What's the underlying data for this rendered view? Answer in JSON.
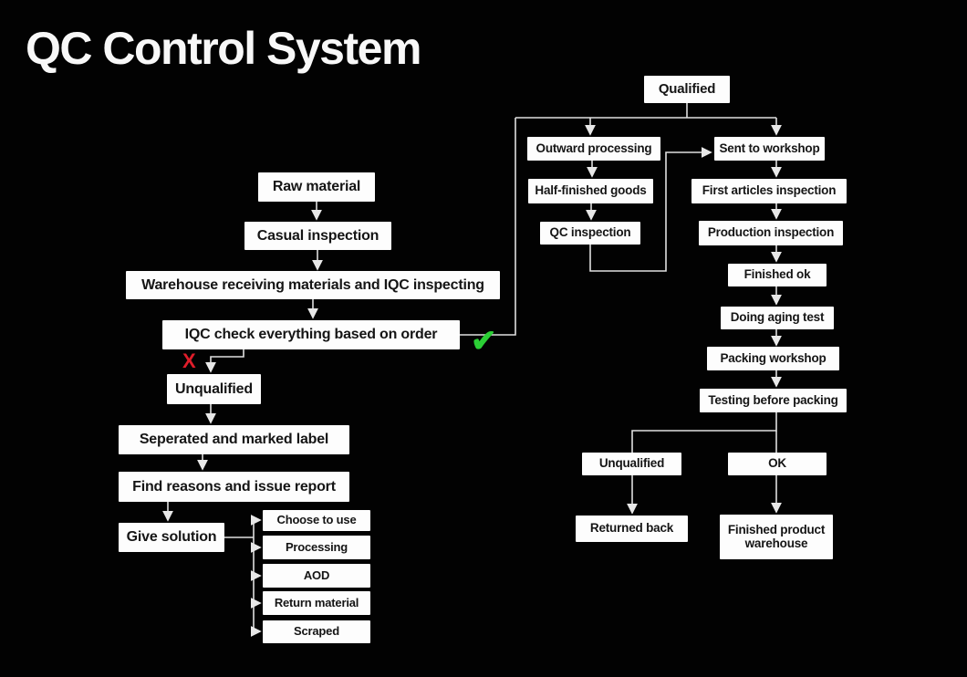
{
  "title": "QC Control System",
  "markers": {
    "fail": "X",
    "pass": "✔"
  },
  "colors": {
    "background": "#020202",
    "box_fill": "#fdfdfd",
    "box_text": "#151515",
    "connector": "#e0e0e0",
    "fail_red": "#e01d2a",
    "pass_green": "#2bcf35"
  },
  "nodes": {
    "raw_material": "Raw material",
    "casual_inspection": "Casual inspection",
    "warehouse_receiving": "Warehouse receiving materials and IQC inspecting",
    "iqc_check": "IQC check everything based on order",
    "unqualified_left": "Unqualified",
    "separated_label": "Seperated and marked label",
    "find_reasons": "Find reasons and issue report",
    "give_solution": "Give solution",
    "choose_to_use": "Choose to use",
    "processing": "Processing",
    "aod": "AOD",
    "return_material": "Return material",
    "scraped": "Scraped",
    "qualified": "Qualified",
    "outward_processing": "Outward processing",
    "half_finished_goods": "Half-finished goods",
    "qc_inspection": "QC inspection",
    "sent_to_workshop": "Sent to workshop",
    "first_articles_inspection": "First articles inspection",
    "production_inspection": "Production inspection",
    "finished_ok": "Finished ok",
    "doing_aging_test": "Doing aging test",
    "packing_workshop": "Packing workshop",
    "testing_before_packing": "Testing before packing",
    "unqualified_right": "Unqualified",
    "ok": "OK",
    "returned_back": "Returned back",
    "finished_product_warehouse": "Finished product warehouse"
  }
}
